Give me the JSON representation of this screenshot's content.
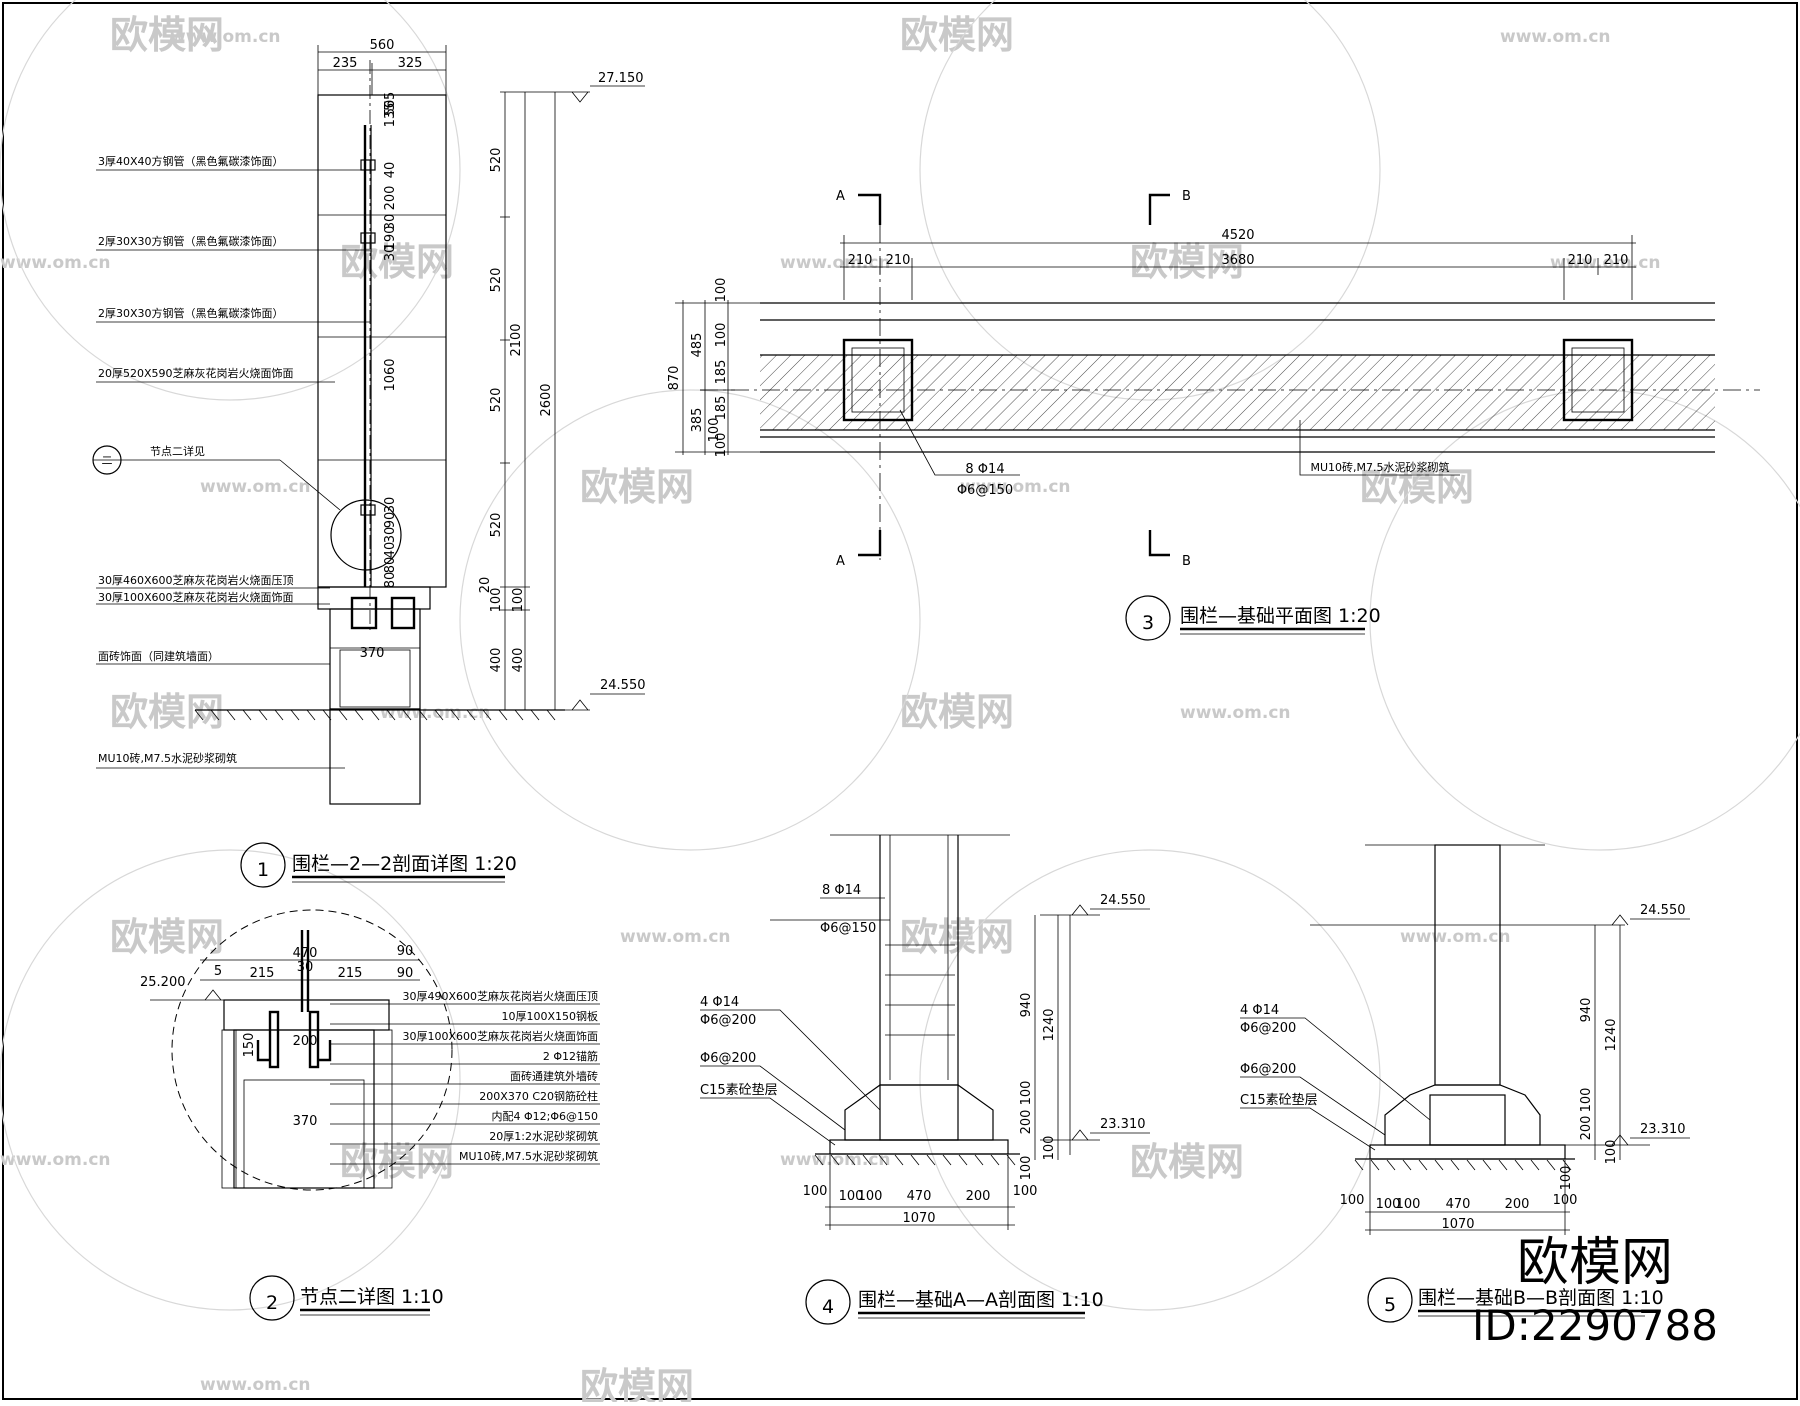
{
  "watermark": {
    "brand": "欧模网",
    "url": "www.om.cn"
  },
  "stamp": {
    "brand": "欧模网",
    "id": "ID:2290788"
  },
  "drawings": [
    {
      "num": "1",
      "title": "围栏—2—2剖面详图 1:20"
    },
    {
      "num": "2",
      "title": "节点二详图 1:10"
    },
    {
      "num": "3",
      "title": "围栏—基础平面图 1:20"
    },
    {
      "num": "4",
      "title": "围栏—基础A—A剖面图 1:10"
    },
    {
      "num": "5",
      "title": "围栏—基础B—B剖面图 1:10"
    }
  ],
  "section1": {
    "labels": [
      "3厚40X40方钢管（黑色氟碳漆饰面）",
      "2厚30X30方钢管（黑色氟碳漆饰面）",
      "2厚30X30方钢管（黑色氟碳漆饰面）",
      "20厚520X590芝麻灰花岗岩火烧面饰面",
      "节点二详见",
      "30厚460X600芝麻灰花岗岩火烧面压顶",
      "30厚100X600芝麻灰花岗岩火烧面饰面",
      "面砖饰面（同建筑墙面）",
      "MU10砖,M7.5水泥砂浆砌筑"
    ],
    "node_ref": "二",
    "top_dims": [
      "560",
      "235",
      "325"
    ],
    "elev_top": "27.150",
    "elev_bottom": "24.550",
    "dims_right": [
      "520",
      "520",
      "520",
      "520",
      "2100",
      "2600",
      "20",
      "100",
      "400",
      "100",
      "400"
    ],
    "dims_post": [
      "135",
      "50",
      "65",
      "40",
      "200",
      "30",
      "190",
      "30",
      "1060",
      "30",
      "90",
      "30",
      "40",
      "80",
      "80"
    ],
    "base_width": "370"
  },
  "node2": {
    "elev": "25.200",
    "dims": [
      "470",
      "90",
      "5",
      "215",
      "30",
      "215",
      "90",
      "150",
      "200",
      "370"
    ],
    "labels": [
      "30厚490X600芝麻灰花岗岩火烧面压顶",
      "10厚100X150钢板",
      "30厚100X600芝麻灰花岗岩火烧面饰面",
      "2 Φ12锚筋",
      "面砖通建筑外墙砖",
      "200X370  C20钢筋砼柱",
      "内配4 Φ12;Φ6@150",
      "20厚1:2水泥砂浆砌筑",
      "MU10砖,M7.5水泥砂浆砌筑"
    ]
  },
  "plan3": {
    "cut_a": "A",
    "cut_b": "B",
    "dims_top": [
      "4520",
      "210",
      "210",
      "3680",
      "210",
      "210"
    ],
    "dims_left": [
      "100",
      "100",
      "485",
      "185",
      "870",
      "185",
      "385",
      "100",
      "100"
    ],
    "labels": [
      "8 Φ14",
      "Φ6@150",
      "MU10砖,M7.5水泥砂浆砌筑"
    ]
  },
  "section4": {
    "labels": [
      "8 Φ14",
      "Φ6@150",
      "4 Φ14",
      "Φ6@200",
      "Φ6@200",
      "C15素砼垫层"
    ],
    "elev_top": "24.550",
    "elev_bottom": "23.310",
    "dims_right": [
      "940",
      "1240",
      "100",
      "200",
      "100",
      "100"
    ],
    "dims_bottom": [
      "100",
      "100",
      "100",
      "470",
      "200",
      "100",
      "1070"
    ]
  },
  "section5": {
    "labels": [
      "4 Φ14",
      "Φ6@200",
      "Φ6@200",
      "C15素砼垫层"
    ],
    "elev_top": "24.550",
    "elev_bottom": "23.310",
    "dims_right": [
      "940",
      "1240",
      "100",
      "200",
      "100",
      "100"
    ],
    "dims_bottom": [
      "100",
      "100",
      "100",
      "470",
      "200",
      "100",
      "1070"
    ]
  }
}
